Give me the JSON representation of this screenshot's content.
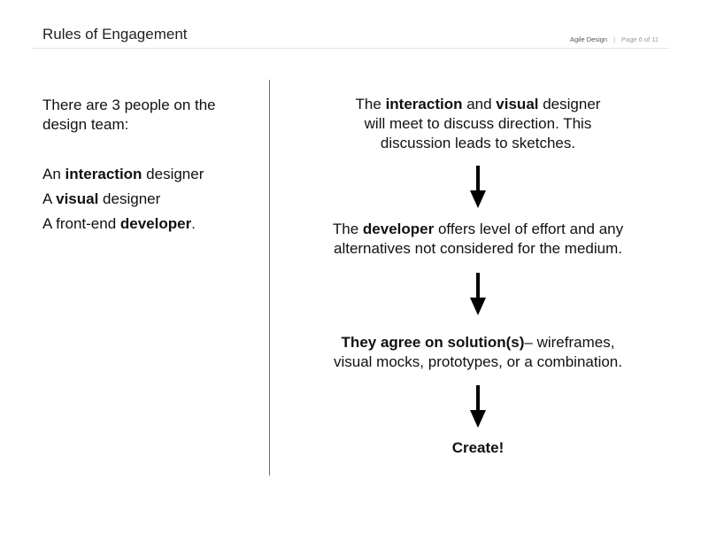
{
  "header": {
    "title": "Rules of Engagement",
    "section": "Agile Design",
    "separator": "|",
    "page": "Page 6 of 11"
  },
  "left": {
    "intro": "There are 3 people on the design team:",
    "roles": [
      {
        "pre": "An ",
        "bold": "interaction",
        "post": " designer"
      },
      {
        "pre": "A ",
        "bold": "visual",
        "post": " designer"
      },
      {
        "pre": "A front-end ",
        "bold": "developer",
        "post": "."
      }
    ]
  },
  "flow": {
    "step1": {
      "a": "The ",
      "b1": "interaction",
      "c": " and ",
      "b2": "visual",
      "d": " designer",
      "line2": "will meet to discuss direction. This",
      "line3": "discussion leads to sketches."
    },
    "step2": {
      "a": "The ",
      "b": "developer",
      "c": " offers level of effort and any",
      "line2": "alternatives not considered for the medium."
    },
    "step3": {
      "b": "They agree on solution(s)",
      "c": "– wireframes,",
      "line2": "visual mocks, prototypes, or a combination."
    },
    "step4": {
      "b": "Create!"
    },
    "arrow_icon": "arrow-down-icon",
    "arrow_color": "#000000"
  }
}
